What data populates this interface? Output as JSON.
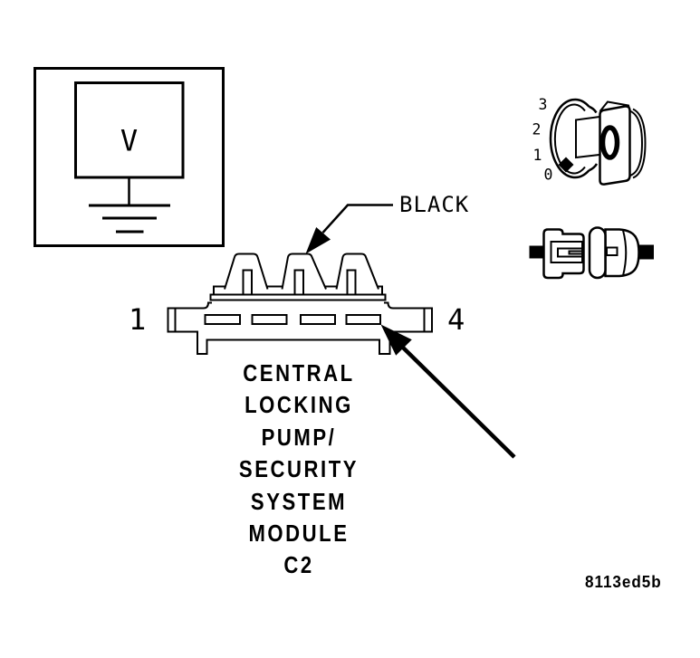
{
  "page": {
    "background": "#ffffff",
    "ink": "#000000"
  },
  "meter": {
    "symbol": "V"
  },
  "connector": {
    "wire_label": "BLACK",
    "pin_start": "1",
    "pin_end": "4",
    "name_lines": [
      "CENTRAL",
      "LOCKING",
      "PUMP/",
      "SECURITY",
      "SYSTEM",
      "MODULE",
      "C2"
    ]
  },
  "ignition_switch": {
    "positions": [
      "3",
      "2",
      "1",
      "0"
    ]
  },
  "figure_code": "8113ed5b"
}
